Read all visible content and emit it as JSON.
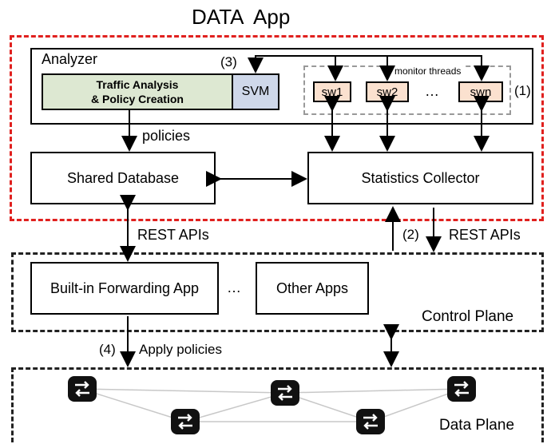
{
  "title": "DATA  App",
  "analyzer": {
    "label": "Analyzer",
    "traffic_box": "Traffic Analysis\n& Policy Creation",
    "svm": "SVM",
    "monitor_threads": "monitor threads",
    "switches": [
      "sw1",
      "sw2",
      "swn"
    ],
    "ellipsis": "…",
    "marker_3": "(3)",
    "marker_1": "(1)"
  },
  "labels": {
    "policies": "policies",
    "shared_db": "Shared Database",
    "stats_collector": "Statistics Collector",
    "rest_left": "REST APIs",
    "rest_right": "REST APIs",
    "marker_2": "(2)",
    "builtin": "Built-in Forwarding App",
    "ellipsis_apps": "…",
    "other_apps": "Other Apps",
    "control_plane": "Control Plane",
    "marker_4": "(4)",
    "apply_policies": "Apply policies",
    "data_plane": "Data Plane"
  },
  "colors": {
    "app_border": "#e0201e",
    "traffic_fill": "#dde8d2",
    "svm_fill": "#cfd8ea",
    "switch_fill": "#fbe1cf",
    "switch_icon": "#111111"
  },
  "switch_icon_name": "network-switch-icon"
}
